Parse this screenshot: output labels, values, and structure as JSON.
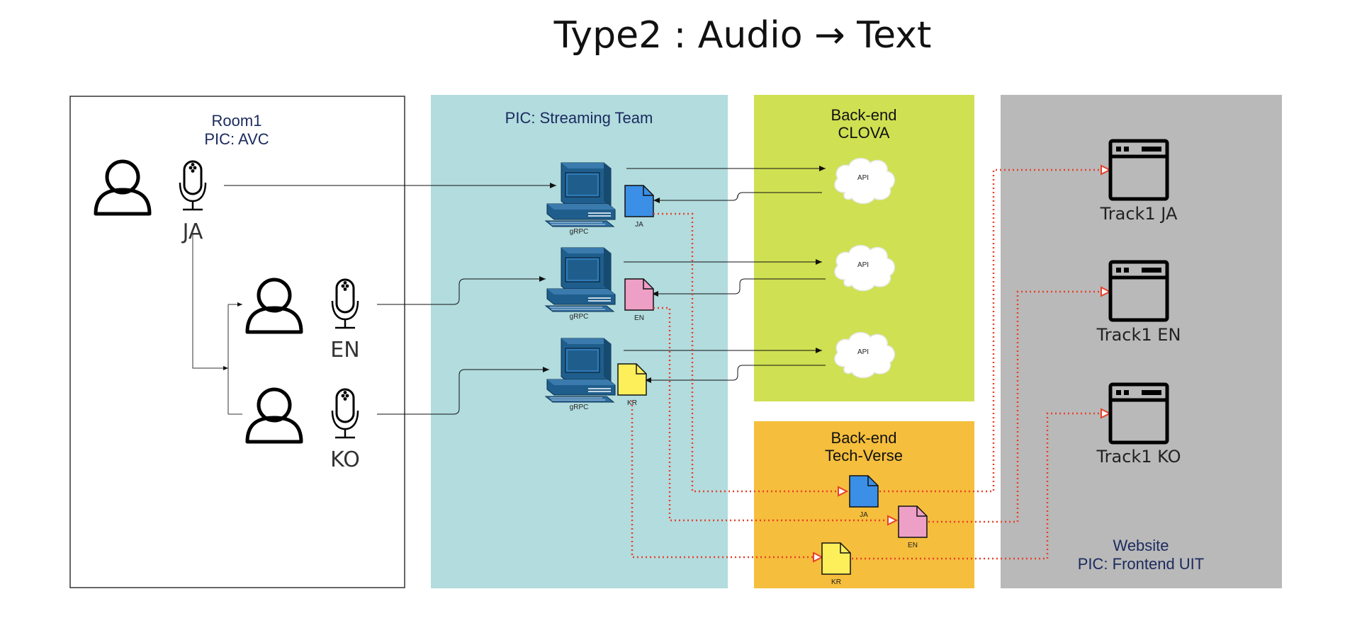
{
  "title": "Type2 : Audio → Text",
  "panels": {
    "room": {
      "name": "Room1",
      "pic": "PIC: AVC"
    },
    "streaming": {
      "pic": "PIC: Streaming Team"
    },
    "clova": {
      "line1": "Back-end",
      "line2": "CLOVA"
    },
    "techverse": {
      "line1": "Back-end",
      "line2": "Tech-Verse"
    },
    "website": {
      "line1": "Website",
      "line2": "PIC: Frontend UIT"
    }
  },
  "mics": [
    {
      "label": "JA"
    },
    {
      "label": "EN"
    },
    {
      "label": "KO"
    }
  ],
  "servers": [
    {
      "label": "gRPC"
    },
    {
      "label": "gRPC"
    },
    {
      "label": "gRPC"
    }
  ],
  "stream_files": [
    {
      "label": "JA",
      "color": "#3b8fe6"
    },
    {
      "label": "EN",
      "color": "#ee9fc6"
    },
    {
      "label": "KR",
      "color": "#fcef5a"
    }
  ],
  "clouds": [
    {
      "label": "API"
    },
    {
      "label": "API"
    },
    {
      "label": "API"
    }
  ],
  "tv_files": [
    {
      "label": "JA",
      "color": "#3b8fe6"
    },
    {
      "label": "EN",
      "color": "#ee9fc6"
    },
    {
      "label": "KR",
      "color": "#fcef5a"
    }
  ],
  "tracks": [
    {
      "label": "Track1 JA"
    },
    {
      "label": "Track1 EN"
    },
    {
      "label": "Track1 KO"
    }
  ],
  "colors": {
    "streaming_bg": "#b2dcde",
    "clova_bg": "#cfe052",
    "techverse_bg": "#f5be3c",
    "website_bg": "#b9b9b9",
    "server": "#1f5e8c",
    "dotted_arrow": "#e8402a",
    "navy_text": "#1b2a5e"
  }
}
